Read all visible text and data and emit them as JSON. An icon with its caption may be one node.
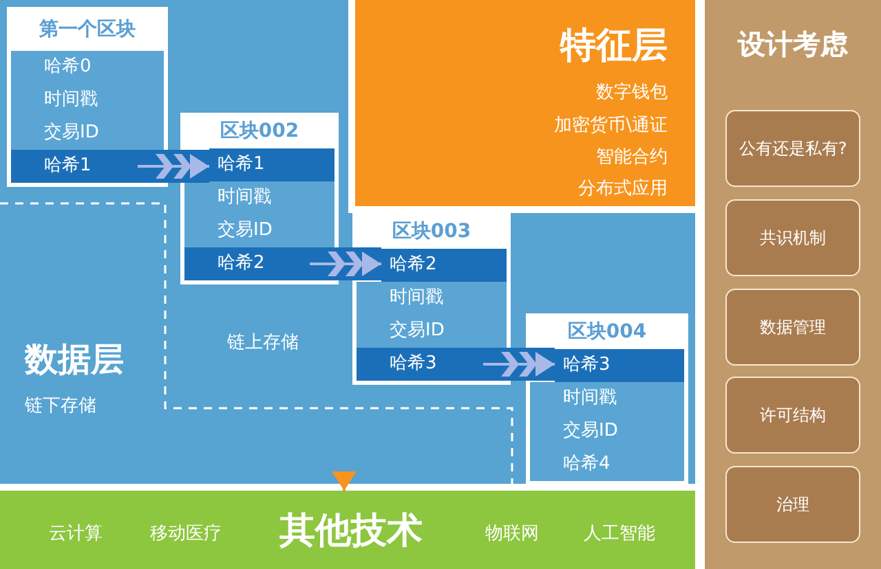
{
  "diagram": {
    "nodes": [
      {
        "text": [
          "特征层",
          "数字钱包",
          "加密货币\\通证",
          "智能合约",
          "分布式应用"
        ]
      },
      {
        "text": [
          "数据层",
          "链下存储",
          "链上存储"
        ]
      },
      {
        "text": [
          "第一个区块"
        ],
        "in": 1
      },
      {
        "text": [
          "哈希0"
        ],
        "in": 2
      },
      {
        "text": [
          "时间戳"
        ],
        "in": 2
      },
      {
        "text": [
          "交易ID"
        ],
        "in": 2
      },
      {
        "text": [
          "哈希1"
        ],
        "in": 2
      },
      {
        "text": [
          "区块002"
        ],
        "in": 1
      },
      {
        "text": [
          "哈希1"
        ],
        "in": 7
      },
      {
        "text": [
          "时间戳"
        ],
        "in": 7
      },
      {
        "text": [
          "交易ID"
        ],
        "in": 7
      },
      {
        "text": [
          "哈希2"
        ],
        "in": 7
      },
      {
        "text": [
          "区块003"
        ],
        "in": 1
      },
      {
        "text": [
          "哈希2"
        ],
        "in": 12
      },
      {
        "text": [
          "时间戳"
        ],
        "in": 12
      },
      {
        "text": [
          "交易ID"
        ],
        "in": 12
      },
      {
        "text": [
          "哈希3"
        ],
        "in": 12
      },
      {
        "text": [
          "区块004"
        ],
        "in": 1
      },
      {
        "text": [
          "哈希3"
        ],
        "in": 17
      },
      {
        "text": [
          "时间戳"
        ],
        "in": 17
      },
      {
        "text": [
          "交易ID"
        ],
        "in": 17
      },
      {
        "text": [
          "哈希4"
        ],
        "in": 17
      },
      {
        "text": [
          "云计算",
          "移动医疗",
          "其他技术",
          "物联网",
          "人工智能"
        ]
      },
      {
        "text": [
          "设计考虑"
        ]
      },
      {
        "text": [
          "公有还是私有?"
        ],
        "in": 23
      },
      {
        "text": [
          "共识机制"
        ],
        "in": 23
      },
      {
        "text": [
          "数据管理"
        ],
        "in": 23
      },
      {
        "text": [
          "许可结构"
        ],
        "in": 23
      },
      {
        "text": [
          "治理"
        ],
        "in": 23
      }
    ],
    "edges": [
      {
        "from": 6,
        "to": 8,
        "arrow": "to"
      },
      {
        "from": 11,
        "to": 13,
        "arrow": "to"
      },
      {
        "from": 16,
        "to": 18,
        "arrow": "to"
      },
      {
        "from": 1,
        "to": 22,
        "arrow": "to",
        "color": "#f7941d"
      }
    ]
  }
}
